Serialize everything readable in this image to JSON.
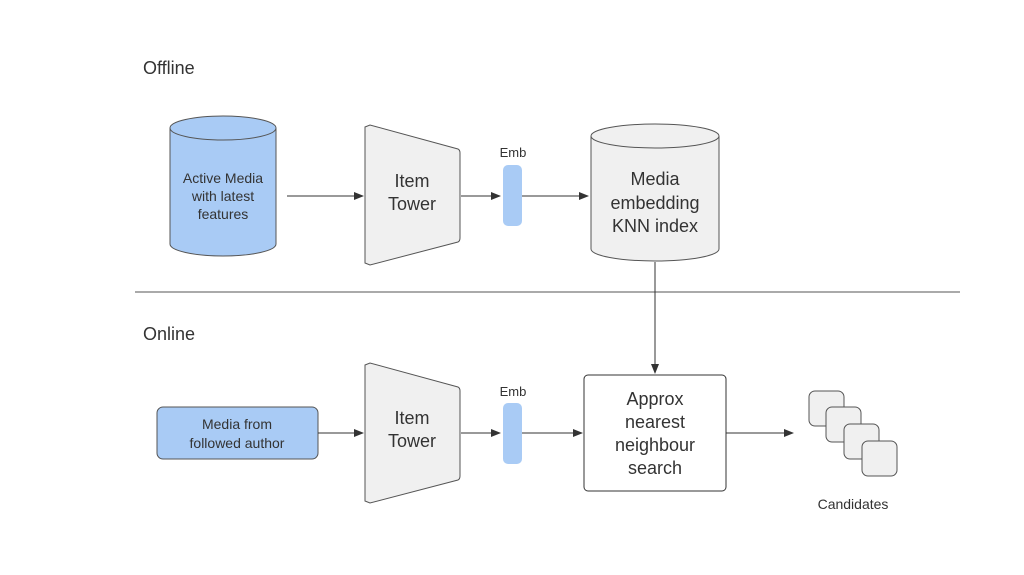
{
  "sections": {
    "offline_label": "Offline",
    "online_label": "Online"
  },
  "offline": {
    "active_media": [
      "Active Media",
      "with latest",
      "features"
    ],
    "item_tower": [
      "Item",
      "Tower"
    ],
    "emb_label": "Emb",
    "knn_index": [
      "Media",
      "embedding",
      "KNN index"
    ]
  },
  "online": {
    "media_from_author": [
      "Media from",
      "followed author"
    ],
    "item_tower": [
      "Item",
      "Tower"
    ],
    "emb_label": "Emb",
    "ann_search": [
      "Approx",
      "nearest",
      "neighbour",
      "search"
    ],
    "candidates_label": "Candidates"
  },
  "colors": {
    "blue_fill": "#a9cbf5",
    "gray_fill": "#f0f0f0",
    "stroke": "#555555",
    "emb_fill": "#a9cbf5",
    "arrow": "#333333"
  }
}
